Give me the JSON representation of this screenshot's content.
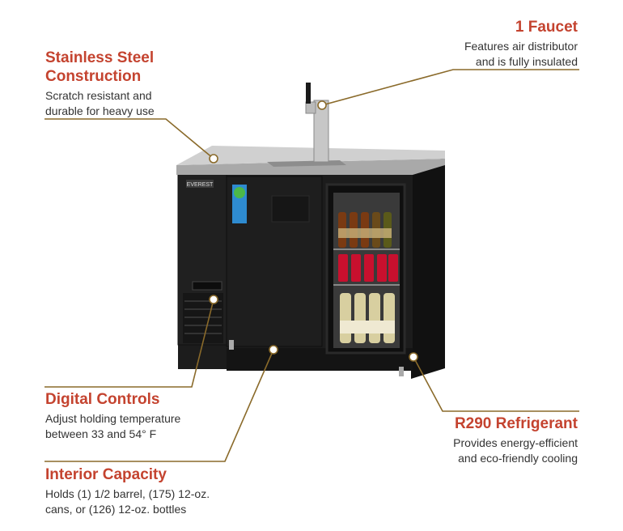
{
  "callouts": {
    "stainless": {
      "title_line1": "Stainless Steel",
      "title_line2": "Construction",
      "desc_line1": "Scratch resistant and",
      "desc_line2": "durable for heavy use"
    },
    "faucet": {
      "title": "1 Faucet",
      "desc_line1": "Features air distributor",
      "desc_line2": "and is fully insulated"
    },
    "digital": {
      "title": "Digital Controls",
      "desc_line1": "Adjust holding temperature",
      "desc_line2": "between 33 and 54° F"
    },
    "refrigerant": {
      "title": "R290 Refrigerant",
      "desc_line1": "Provides energy-efficient",
      "desc_line2": "and eco-friendly cooling"
    },
    "capacity": {
      "title": "Interior Capacity",
      "desc_line1": "Holds (1) 1/2 barrel, (175) 12-oz.",
      "desc_line2": "cans, or (126) 12-oz. bottles"
    }
  },
  "product": {
    "brand_badge": "EVEREST"
  },
  "colors": {
    "accent": "#c4432f",
    "text": "#333333",
    "cabinet": "#1c1c1c",
    "steel": "#c9c9c9",
    "leader": "#8a6a2a"
  }
}
